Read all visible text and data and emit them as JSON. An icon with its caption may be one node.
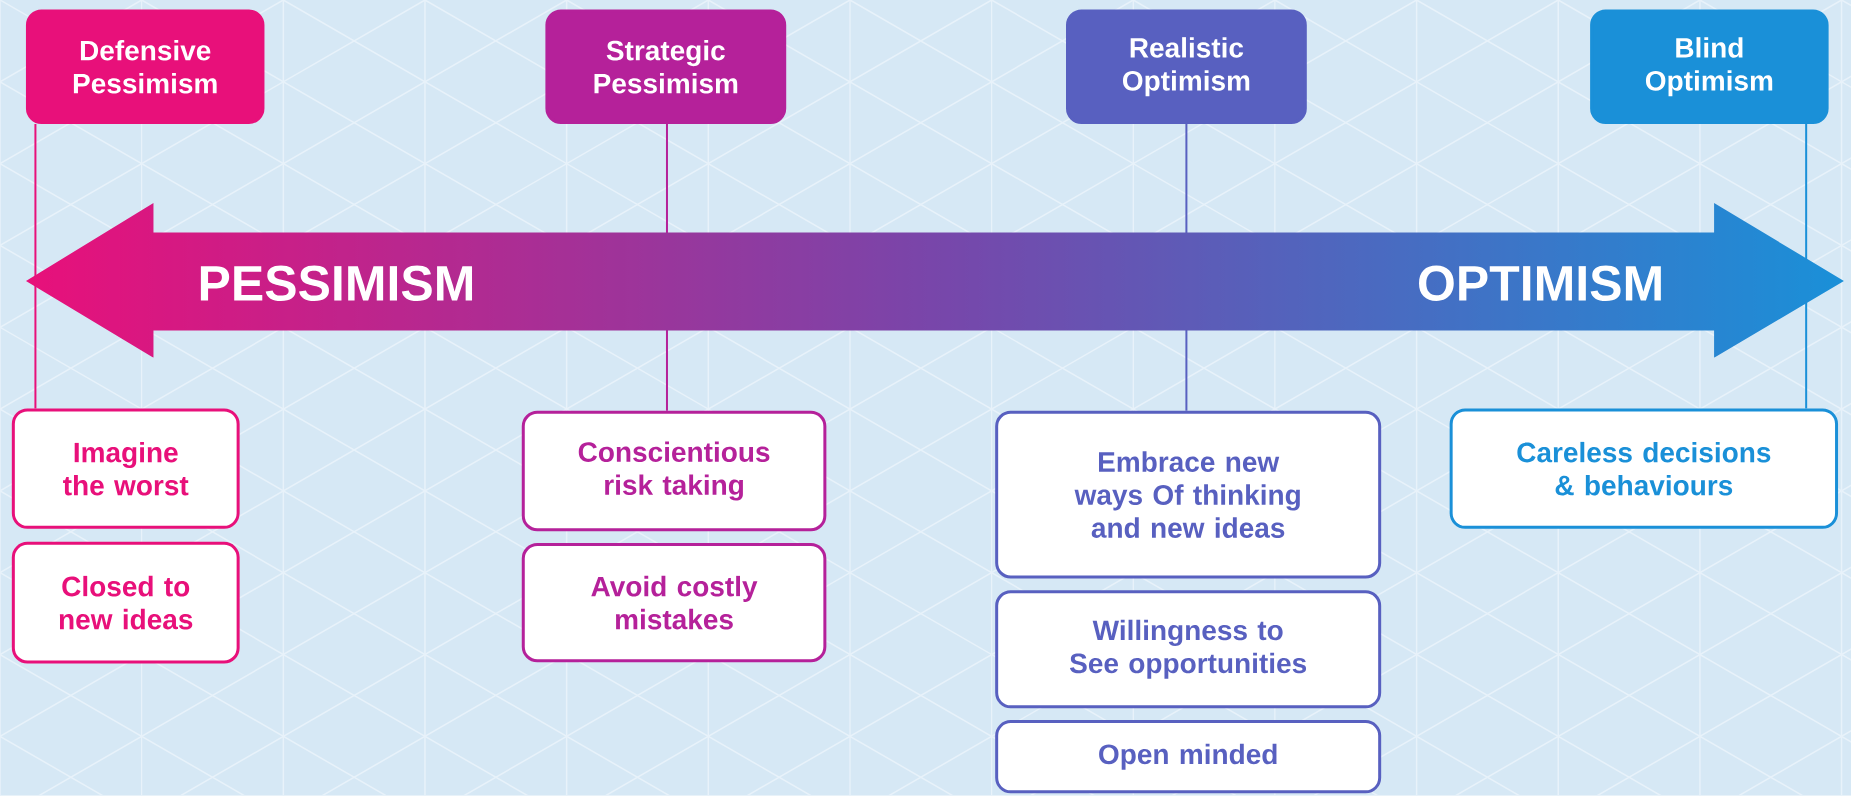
{
  "diagram": {
    "nodes": [
      {
        "text": [
          "Defensive Pessimism"
        ]
      },
      {
        "text": [
          "Strategic Pessimism"
        ]
      },
      {
        "text": [
          "Realistic Optimism"
        ]
      },
      {
        "text": [
          "Blind Optimism"
        ]
      },
      {
        "text": [
          "Imagine the worst"
        ]
      },
      {
        "text": [
          "Closed to new ideas"
        ]
      },
      {
        "text": [
          "Conscientious risk taking"
        ]
      },
      {
        "text": [
          "Avoid costly mistakes"
        ]
      },
      {
        "text": [
          "Embrace new ways Of thinking and new ideas"
        ]
      },
      {
        "text": [
          "Willingness to See opportunities"
        ]
      },
      {
        "text": [
          "Open minded"
        ]
      },
      {
        "text": [
          "Careless decisions & behaviours"
        ]
      }
    ],
    "edges": [
      {
        "from": 0,
        "to": 4,
        "arrow": "none",
        "color": "#e8107a"
      },
      {
        "from": 1,
        "to": 6,
        "arrow": "none",
        "color": "#b5219a"
      },
      {
        "from": 2,
        "to": 8,
        "arrow": "none",
        "color": "#5860c0"
      },
      {
        "from": 3,
        "to": 11,
        "arrow": "none",
        "color": "#1a90d8"
      }
    ],
    "labels": [
      "PESSIMISM",
      "OPTIMISM"
    ]
  }
}
